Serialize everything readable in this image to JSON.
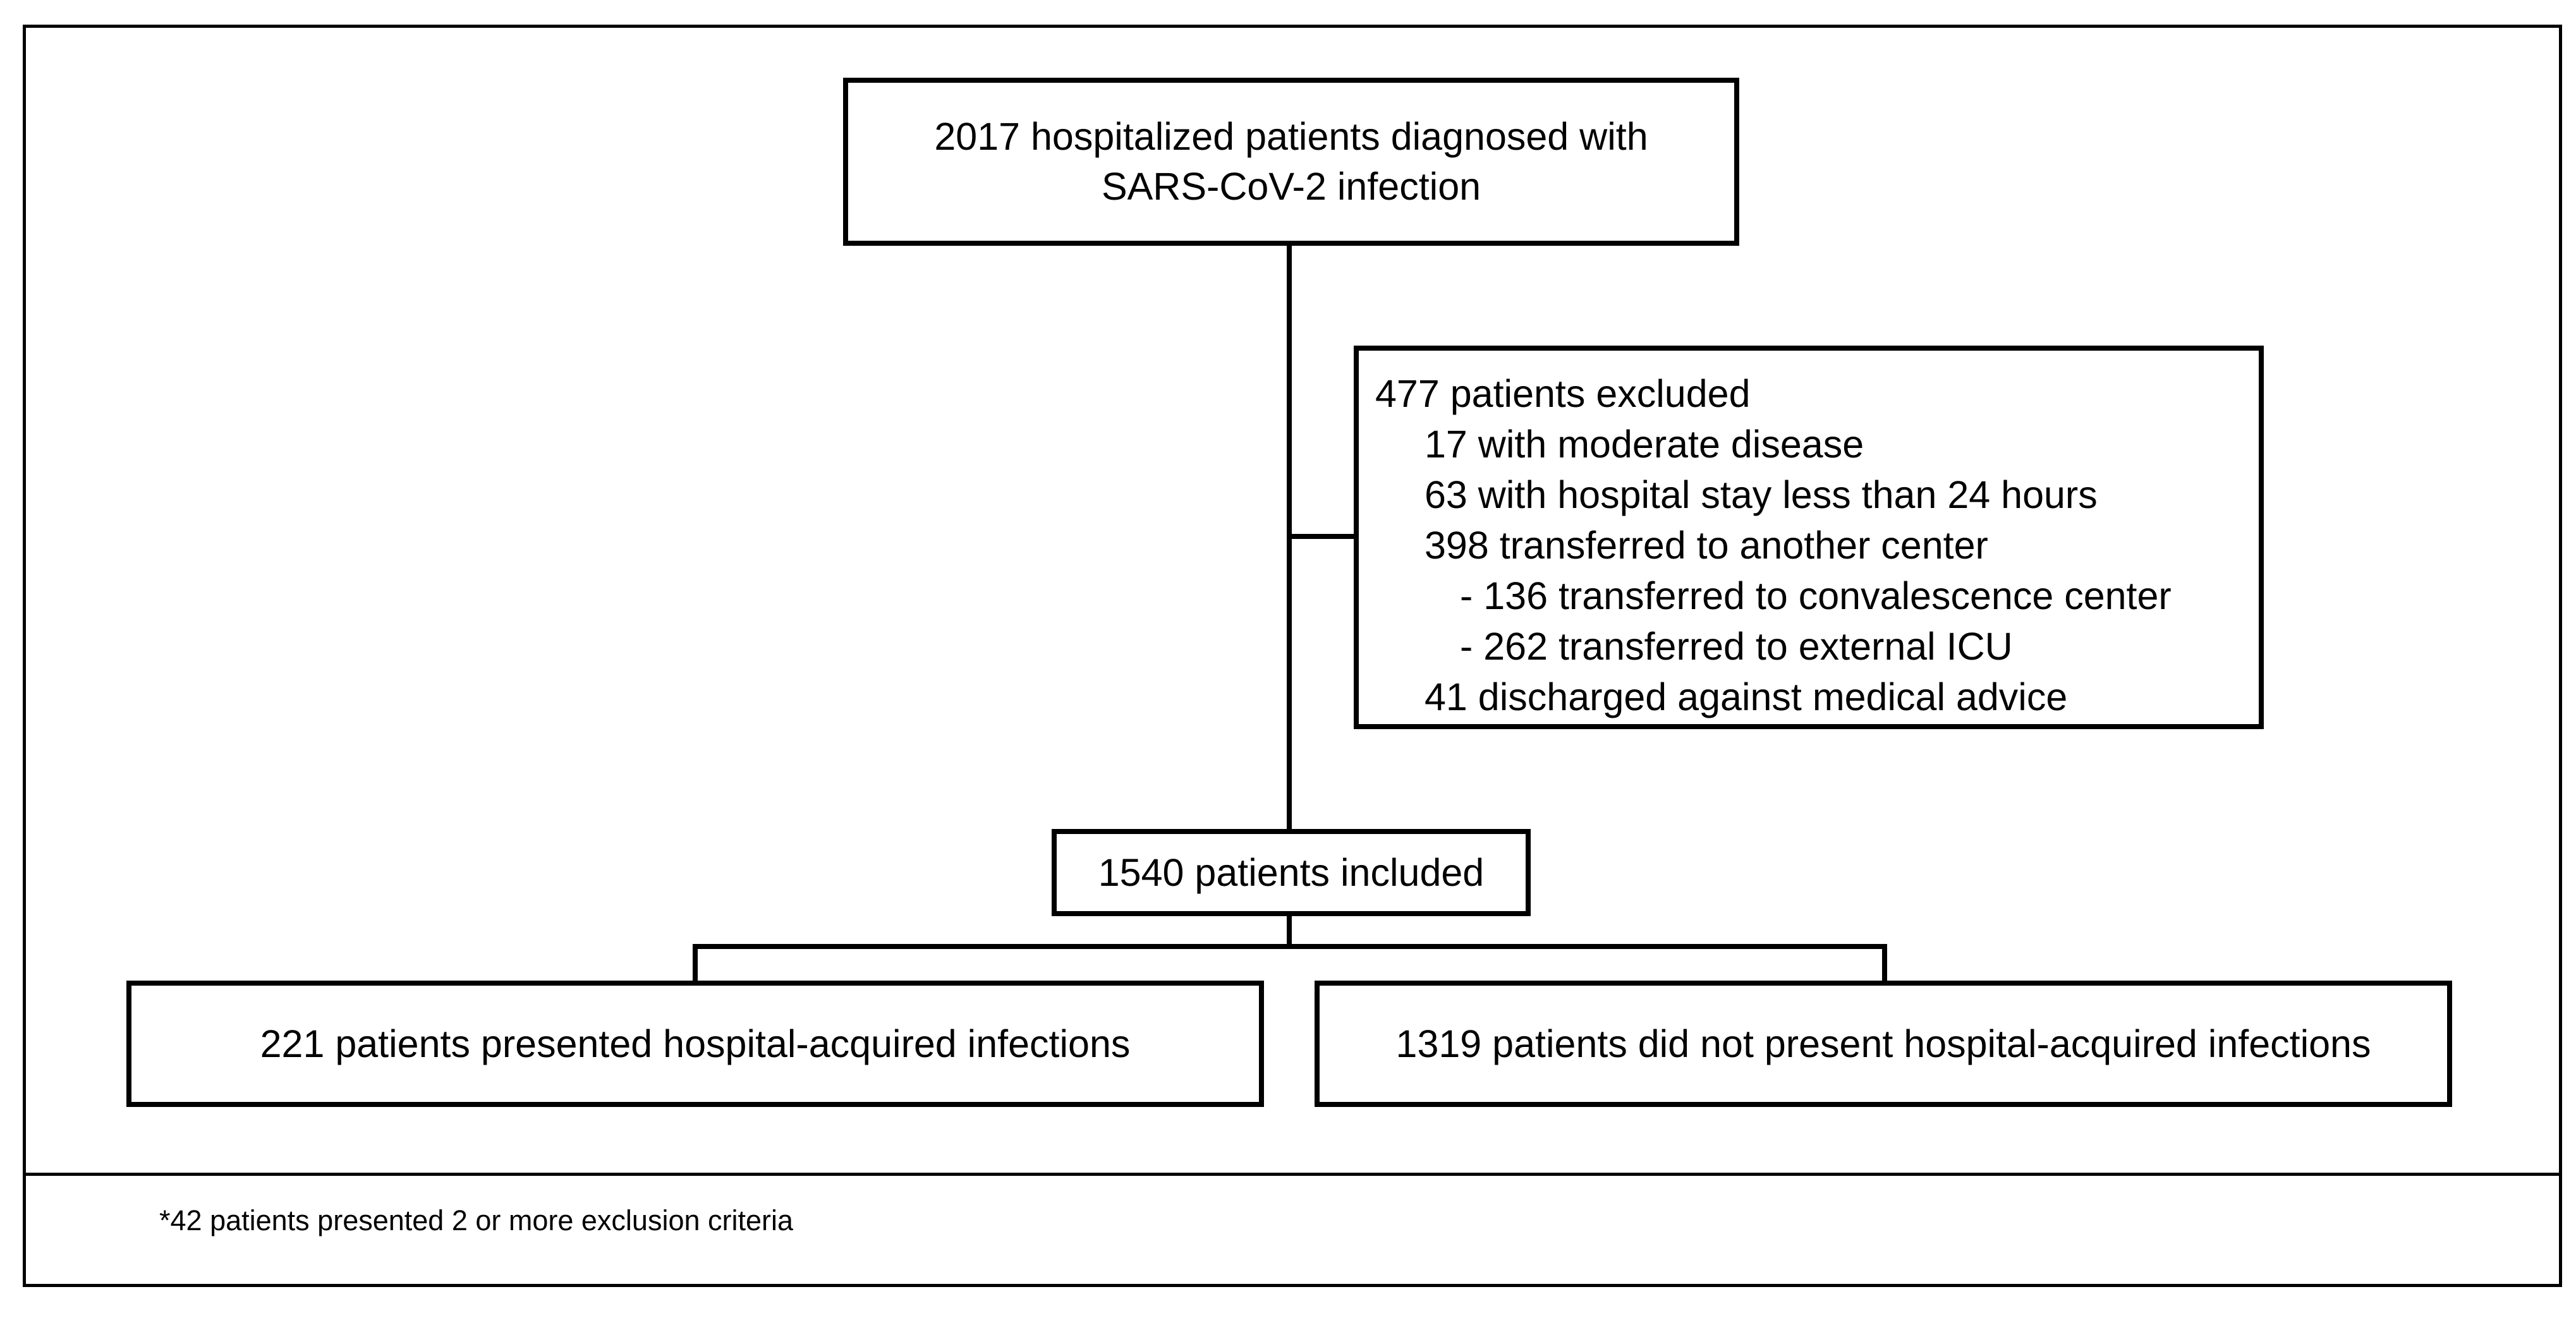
{
  "diagram": {
    "top_box": {
      "line1": "2017 hospitalized  patients diagnosed with",
      "line2": "SARS-CoV-2  infection"
    },
    "excluded_box": {
      "title": "477 patients excluded",
      "items": [
        "17 with moderate  disease",
        "63 with hospital  stay less than 24 hours",
        "398 transferred to another center",
        "- 136 transferred to convalescence center",
        "- 262 transferred to external  ICU",
        "41 discharged against medical  advice"
      ]
    },
    "included_box": {
      "label": "1540 patients included"
    },
    "left_outcome_box": {
      "label": "221 patients presented hospital-acquired  infections"
    },
    "right_outcome_box": {
      "label": "1319 patients did not present hospital-acquired  infections"
    },
    "footnote": "*42 patients presented 2 or more exclusion  criteria"
  }
}
